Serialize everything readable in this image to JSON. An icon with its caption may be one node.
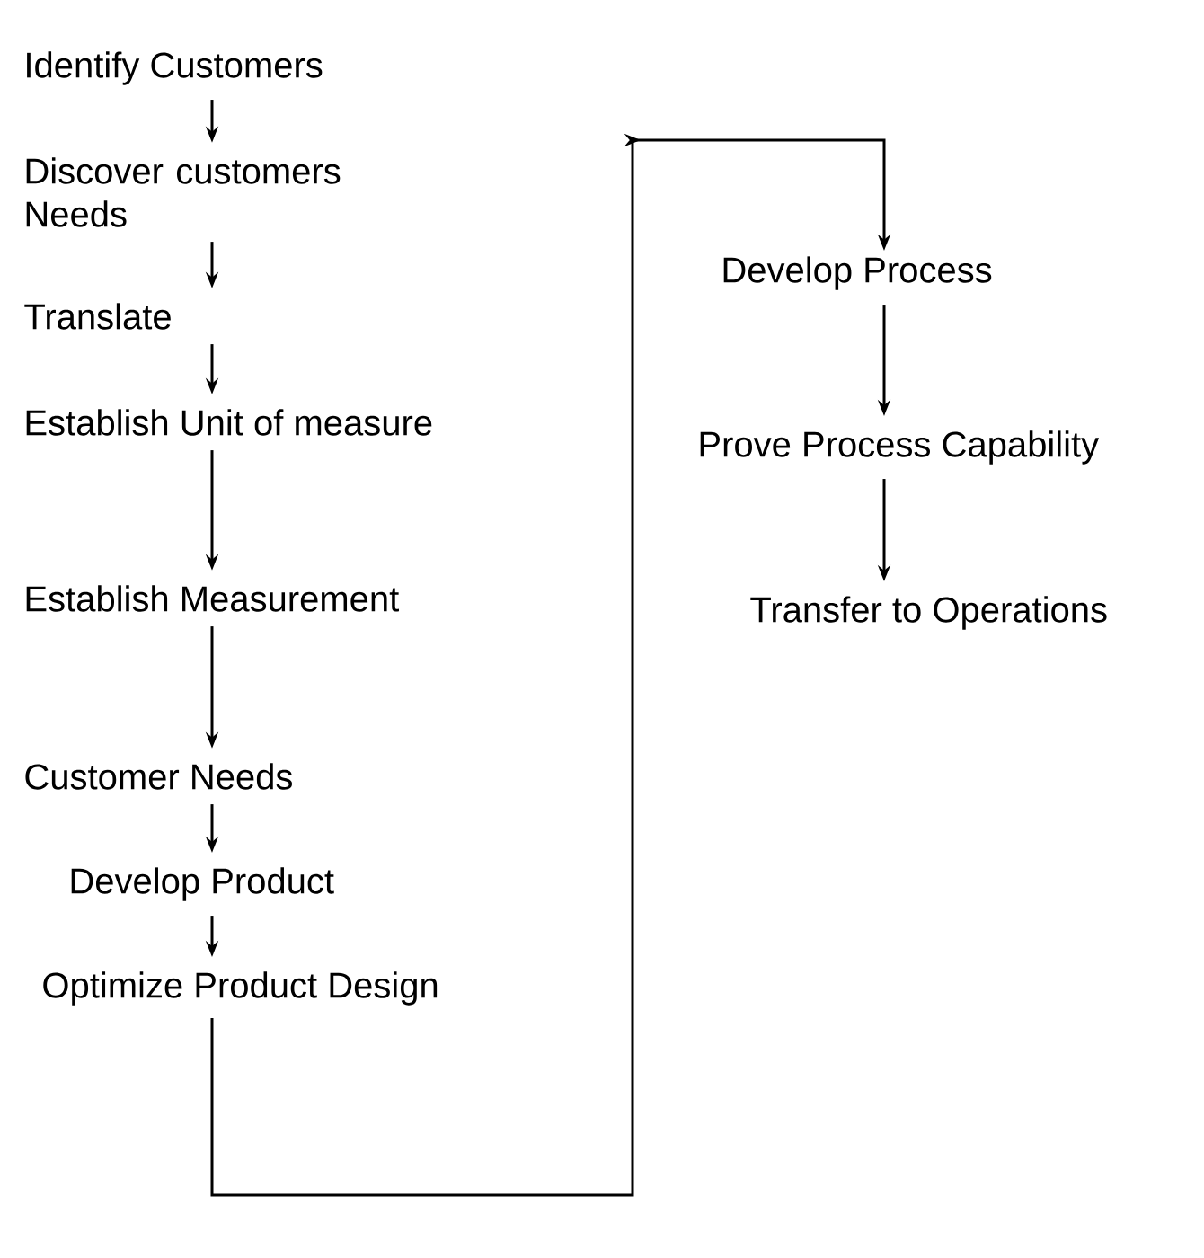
{
  "diagram": {
    "nodes": [
      {
        "text": [
          "Identify Customers"
        ]
      },
      {
        "text": [
          "Discover customers Needs"
        ]
      },
      {
        "text": [
          "Translate"
        ]
      },
      {
        "text": [
          "Establish Unit of measure"
        ]
      },
      {
        "text": [
          "Establish Measurement"
        ]
      },
      {
        "text": [
          "Customer Needs"
        ]
      },
      {
        "text": [
          "Develop Product"
        ]
      },
      {
        "text": [
          "Optimize Product Design"
        ]
      },
      {
        "text": [
          "Develop Process"
        ]
      },
      {
        "text": [
          "Prove Process Capability"
        ]
      },
      {
        "text": [
          "Transfer to Operations"
        ]
      }
    ],
    "edges": [
      {
        "from": 0,
        "to": 1,
        "arrow": "to"
      },
      {
        "from": 1,
        "to": 2,
        "arrow": "to"
      },
      {
        "from": 2,
        "to": 3,
        "arrow": "to"
      },
      {
        "from": 3,
        "to": 4,
        "arrow": "to"
      },
      {
        "from": 4,
        "to": 5,
        "arrow": "to"
      },
      {
        "from": 5,
        "to": 6,
        "arrow": "to"
      },
      {
        "from": 6,
        "to": 7,
        "arrow": "to"
      },
      {
        "from": 7,
        "to": 8,
        "arrow": "to"
      },
      {
        "from": 8,
        "to": 9,
        "arrow": "to"
      },
      {
        "from": 9,
        "to": 10,
        "arrow": "to"
      }
    ]
  }
}
